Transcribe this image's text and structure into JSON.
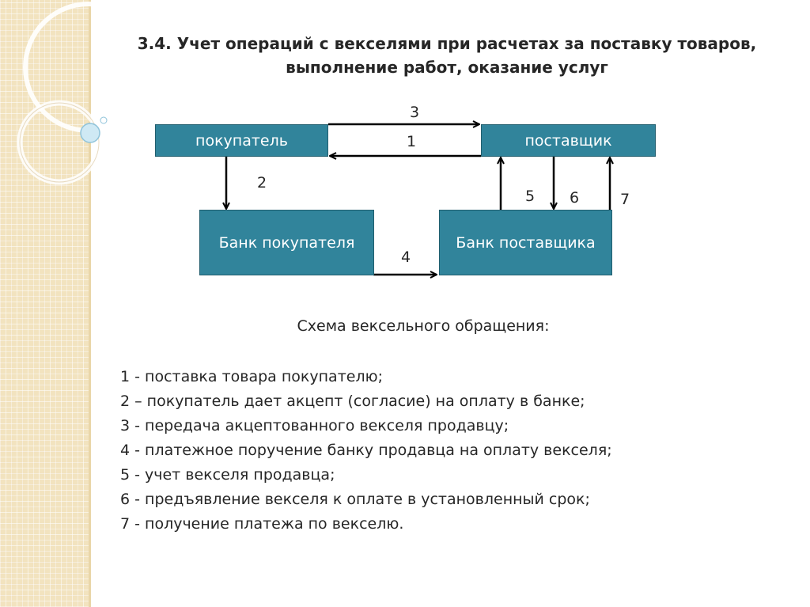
{
  "title": {
    "line1": "3.4. Учет операций с векселями при расчетах за поставку товаров,",
    "line2": "выполнение работ, оказание услуг"
  },
  "diagram": {
    "nodes": {
      "buyer": "покупатель",
      "supplier": "поставщик",
      "buyer_bank": "Банк покупателя",
      "supplier_bank": "Банк поставщика"
    },
    "edge_labels": {
      "e1": "1",
      "e2": "2",
      "e3": "3",
      "e4": "4",
      "e5": "5",
      "e6": "6",
      "e7": "7"
    }
  },
  "caption": "Схема вексельного обращения:",
  "legend": [
    "1 - поставка товара покупателю;",
    "2 – покупатель дает акцепт  (согласие) на оплату в банке;",
    "3 - передача акцептованного векселя продавцу;",
    "4 - платежное поручение банку продавца на оплату векселя;",
    "5 - учет векселя продавца;",
    "6 - предъявление векселя к оплате в установленный срок;",
    "7 - получение платежа по векселю."
  ],
  "colors": {
    "box_fill": "#31849b",
    "box_text": "#ffffff",
    "text": "#262626",
    "side_panel": "#f2e3bf"
  }
}
